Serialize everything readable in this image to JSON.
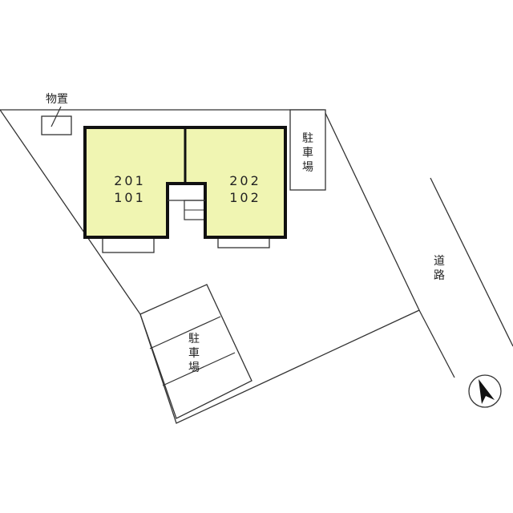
{
  "labels": {
    "storage": "物置",
    "parking_top": [
      "駐",
      "車",
      "場"
    ],
    "parking_bottom": [
      "駐",
      "車",
      "場"
    ],
    "road": [
      "道",
      "路"
    ],
    "unit_left": [
      "201",
      "101"
    ],
    "unit_right": [
      "202",
      "102"
    ]
  },
  "icons": {
    "north": "north-arrow-icon"
  },
  "colors": {
    "building_fill": "#f0f5b2",
    "building_stroke": "#111111",
    "line": "#333333"
  }
}
